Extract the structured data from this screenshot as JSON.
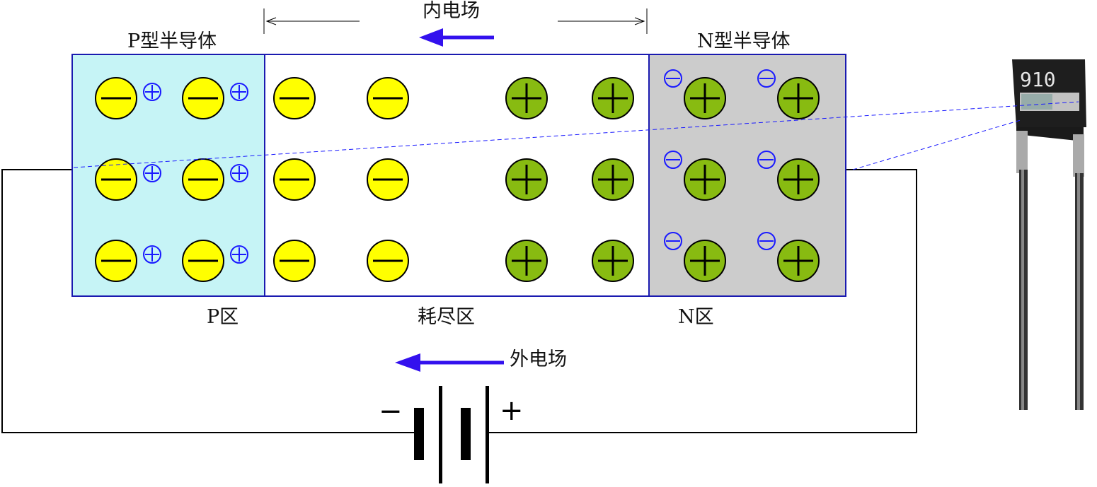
{
  "labels": {
    "p_semiconductor": "P型半导体",
    "n_semiconductor": "N型半导体",
    "internal_field": "内电场",
    "p_region": "P区",
    "depletion_region": "耗尽区",
    "n_region": "N区",
    "external_field": "外电场",
    "battery_negative": "−",
    "battery_positive": "+",
    "device_marking": "910"
  },
  "colors": {
    "p_region_fill": "#c6f4f6",
    "n_region_fill": "#cccccc",
    "region_border": "#1a1ab0",
    "acceptor_ion": "#ffff00",
    "donor_ion": "#88bb11",
    "carrier_symbol": "#1a1aff",
    "field_arrow": "#3311ee",
    "wire": "#000000"
  },
  "icons": {
    "acceptor": "minus-ion-circle-icon",
    "donor": "plus-ion-circle-icon",
    "hole": "circled-plus-icon",
    "electron": "circled-minus-icon",
    "device": "diode-photo-icon"
  }
}
